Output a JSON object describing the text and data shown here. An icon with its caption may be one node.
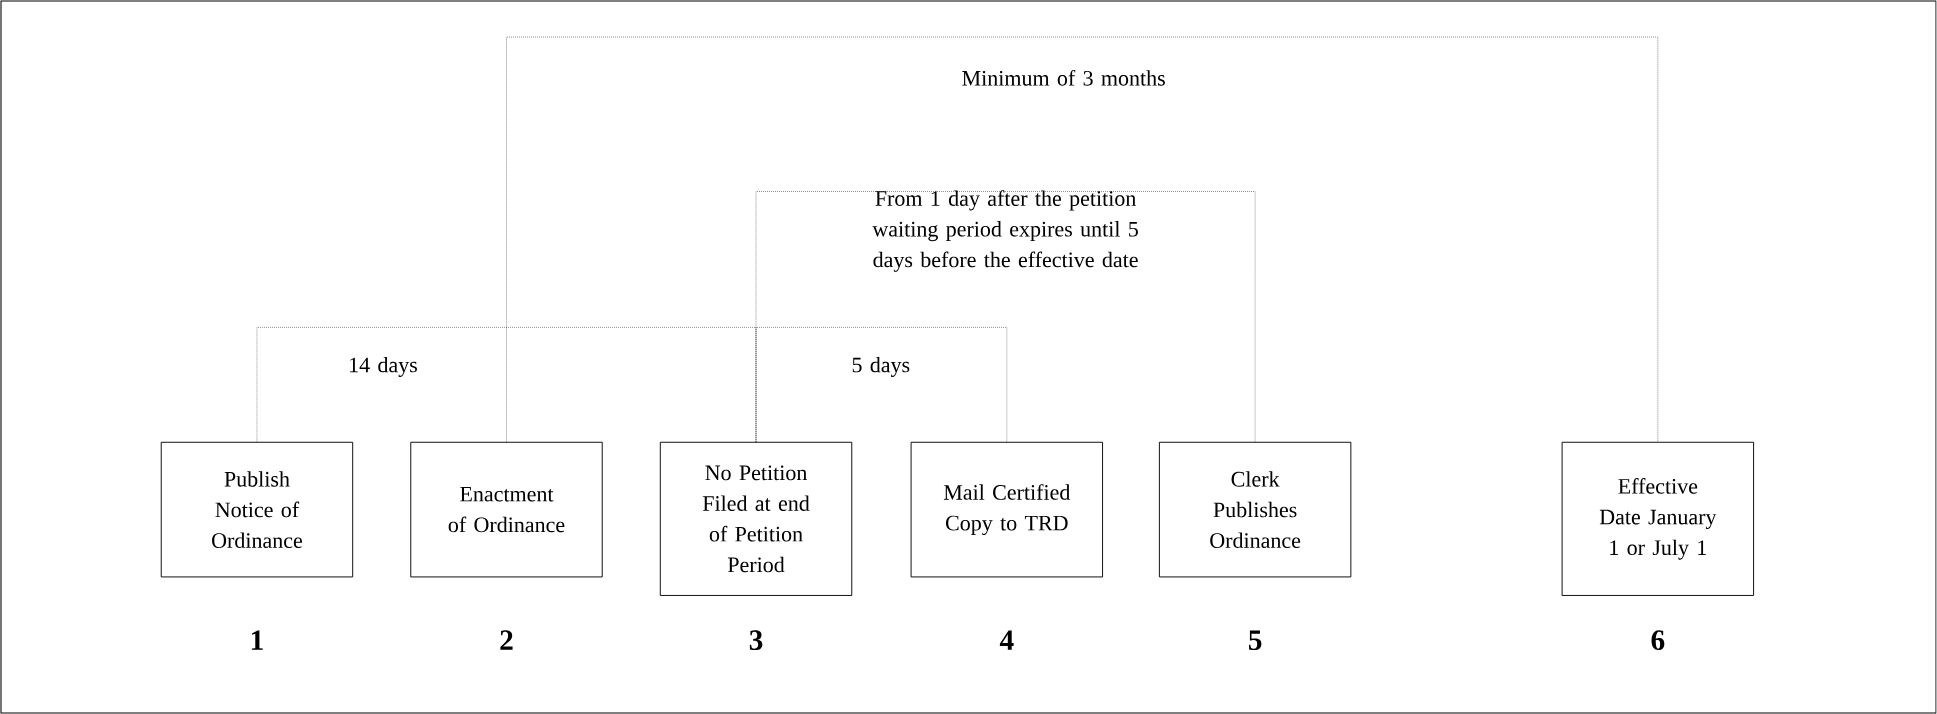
{
  "diagram": {
    "nodes": [
      {
        "text": [
          "Publish Notice of Ordinance"
        ],
        "beside": [
          "1"
        ]
      },
      {
        "text": [
          "Enactment of Ordinance"
        ],
        "beside": [
          "2"
        ]
      },
      {
        "text": [
          "No Petition Filed at end of Petition Period"
        ],
        "beside": [
          "3"
        ]
      },
      {
        "text": [
          "Mail Certified Copy to TRD"
        ],
        "beside": [
          "4"
        ]
      },
      {
        "text": [
          "Clerk Publishes Ordinance"
        ],
        "beside": [
          "5"
        ]
      },
      {
        "text": [
          "Effective Date January 1 or July 1"
        ],
        "beside": [
          "6"
        ]
      }
    ],
    "edges": [
      {
        "from": 1,
        "to": 5,
        "arrow": "none",
        "label": "Minimum of 3 months",
        "style": "dashed"
      },
      {
        "from": 2,
        "to": 4,
        "arrow": "none",
        "label": "From 1 day after the petition waiting period expires until 5 days before the effective date",
        "style": "dashed"
      },
      {
        "from": 0,
        "to": 2,
        "arrow": "none",
        "label": "14 days",
        "style": "dashed"
      },
      {
        "from": 2,
        "to": 3,
        "arrow": "none",
        "label": "5 days",
        "style": "dashed"
      }
    ]
  }
}
